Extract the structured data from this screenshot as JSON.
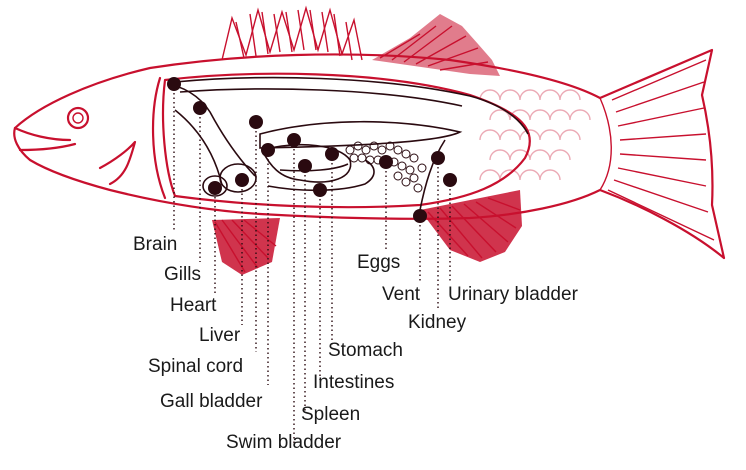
{
  "diagram": {
    "colors": {
      "outline": "#c8102e",
      "organs": "#2a0a10",
      "text": "#1a1a1a"
    },
    "labels": {
      "brain": "Brain",
      "gills": "Gills",
      "heart": "Heart",
      "liver": "Liver",
      "spinal_cord": "Spinal cord",
      "gall_bladder": "Gall bladder",
      "swim_bladder": "Swim bladder",
      "spleen": "Spleen",
      "intestines": "Intestines",
      "stomach": "Stomach",
      "eggs": "Eggs",
      "vent": "Vent",
      "kidney": "Kidney",
      "urinary_bladder": "Urinary bladder"
    }
  }
}
